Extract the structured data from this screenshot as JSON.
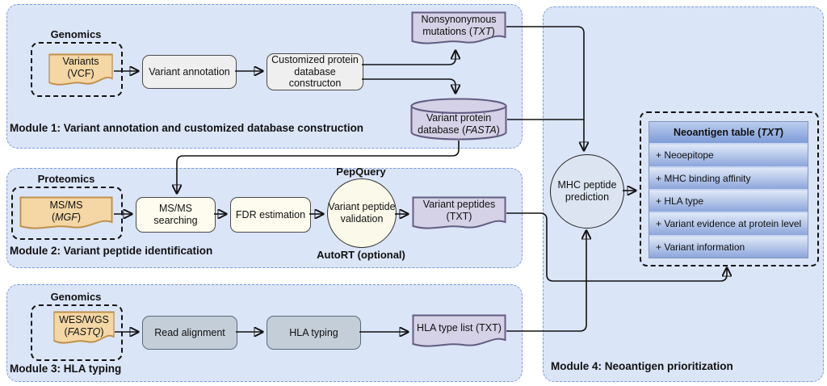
{
  "module1": {
    "label": "Module 1: Variant annotation and customized database construction",
    "group_label": "Genomics",
    "variants_doc": {
      "line1": "Variants",
      "line2": "(VCF)"
    },
    "variant_annotation": "Variant annotation",
    "custom_db": {
      "line1": "Customized protein",
      "line2": "database constructon"
    },
    "nonsyn_doc": {
      "line1": "Nonsynonymous",
      "line2_pre": "mutations (",
      "line2_italic": "TXT",
      "line2_post": ")"
    },
    "cylinder": {
      "line1": "Variant protein",
      "line2_pre": "database (",
      "line2_italic": "FASTA",
      "line2_post": ")"
    }
  },
  "module2": {
    "label": "Module 2: Variant peptide identification",
    "group_label": "Proteomics",
    "msms_doc": {
      "line1": "MS/MS",
      "line2_pre": "(",
      "line2_italic": "MGF",
      "line2_post": ")"
    },
    "msms_searching": "MS/MS searching",
    "fdr_estimation": "FDR estimation",
    "pepquery_label": "PepQuery",
    "validation_circle": {
      "line1": "Variant peptide",
      "line2": "validation"
    },
    "autort_label": "AutoRT (optional)",
    "peptides_doc": {
      "line1": "Variant peptides",
      "line2": "(TXT)"
    }
  },
  "module3": {
    "label": "Module 3: HLA typing",
    "group_label": "Genomics",
    "wes_doc": {
      "line1": "WES/WGS",
      "line2_pre": "(",
      "line2_italic": "FASTQ",
      "line2_post": ")"
    },
    "read_alignment": "Read alignment",
    "hla_typing": "HLA typing",
    "hla_list_doc": {
      "line1": "HLA type list (TXT)"
    }
  },
  "module4": {
    "label": "Module 4: Neoantigen prioritization",
    "mhc_circle": {
      "line1": "MHC peptide",
      "line2": "prediction"
    },
    "table": {
      "header_pre": "Neoantigen table (",
      "header_italic": "TXT",
      "header_post": ")",
      "rows": [
        "+ Neoepitope",
        "+ MHC binding affinity",
        "+ HLA type",
        "+ Variant evidence at protein level",
        "+ Variant information"
      ]
    }
  },
  "colors": {
    "module_bg": "#dbe5f8",
    "module_border": "#7b9bdb",
    "doc_tan_fill": "#f4d7a5",
    "doc_tan_border": "#c0904c",
    "doc_lavender_fill": "#d5d1e6",
    "doc_lavender_border": "#625c82",
    "box_gray": "#efefef",
    "box_cream": "#fdfcee",
    "box_bluegray": "#c4ced8",
    "table_header_blue": "#7e9cd8",
    "arrow": "#111111"
  }
}
